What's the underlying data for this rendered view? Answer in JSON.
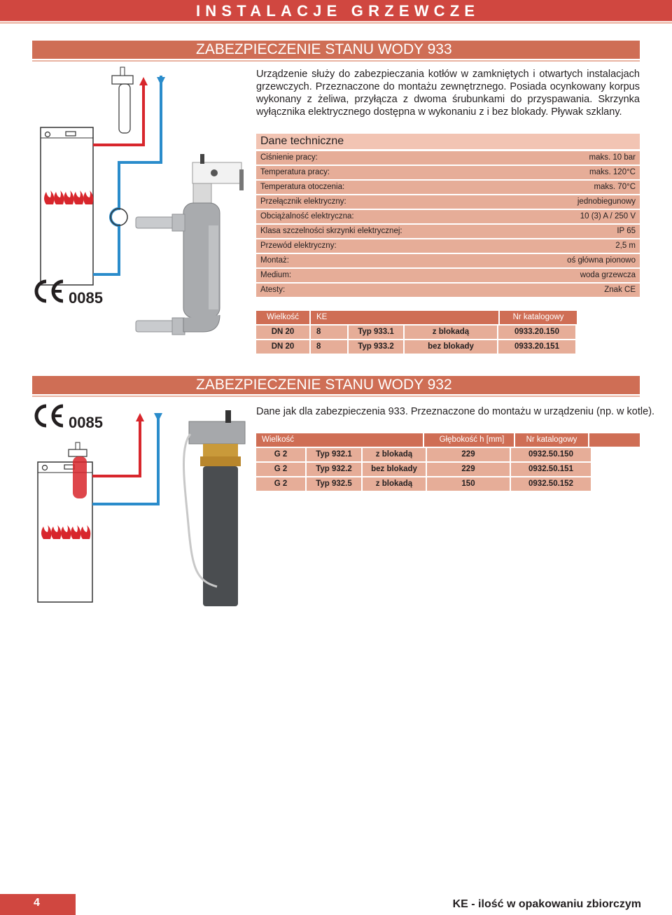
{
  "header": {
    "title": "INSTALACJE GRZEWCZE"
  },
  "section1": {
    "title": "ZABEZPIECZENIE STANU WODY 933",
    "description": "Urządzenie służy do zabezpieczania kotłów w zamkniętych i otwartych instalacjach grzewczych. Przeznaczone do montażu zewnętrznego. Posiada ocynkowany korpus wykonany z żeliwa, przyłącza z dwoma śrubunkami do przyspawania. Skrzynka wyłącznika elektrycznego dostępna w wykonaniu z i bez blokady. Pływak szklany.",
    "ce_number": "0085",
    "spec": {
      "title": "Dane techniczne",
      "rows": [
        {
          "label": "Ciśnienie pracy:",
          "value": "maks. 10 bar"
        },
        {
          "label": "Temperatura pracy:",
          "value": "maks. 120°C"
        },
        {
          "label": "Temperatura otoczenia:",
          "value": "maks. 70°C"
        },
        {
          "label": "Przełącznik elektryczny:",
          "value": "jednobiegunowy"
        },
        {
          "label": "Obciążalność elektryczna:",
          "value": "10 (3) A / 250 V"
        },
        {
          "label": "Klasa szczelności skrzynki elektrycznej:",
          "value": "IP 65"
        },
        {
          "label": "Przewód elektryczny:",
          "value": "2,5 m"
        },
        {
          "label": "Montaż:",
          "value": "oś główna pionowo"
        },
        {
          "label": "Medium:",
          "value": "woda grzewcza"
        },
        {
          "label": "Atesty:",
          "value": "Znak CE"
        }
      ]
    },
    "table": {
      "headers": {
        "size": "Wielkość",
        "ke": "KE",
        "catalog": "Nr katalogowy"
      },
      "rows": [
        {
          "size": "DN 20",
          "ke": "8",
          "type": "Typ 933.1",
          "variant": "z blokadą",
          "catalog": "0933.20.150"
        },
        {
          "size": "DN 20",
          "ke": "8",
          "type": "Typ 933.2",
          "variant": "bez blokady",
          "catalog": "0933.20.151"
        }
      ]
    }
  },
  "section2": {
    "title": "ZABEZPIECZENIE STANU WODY 932",
    "description": "Dane jak dla zabezpieczenia 933. Przeznaczone do montażu w urządzeniu (np. w kotle).",
    "ce_number": "0085",
    "table": {
      "headers": {
        "size": "Wielkość",
        "depth": "Głębokość h [mm]",
        "catalog": "Nr katalogowy"
      },
      "rows": [
        {
          "size": "G 2",
          "type": "Typ 932.1",
          "variant": "z blokadą",
          "depth": "229",
          "catalog": "0932.50.150"
        },
        {
          "size": "G 2",
          "type": "Typ 932.2",
          "variant": "bez blokady",
          "depth": "229",
          "catalog": "0932.50.151"
        },
        {
          "size": "G 2",
          "type": "Typ 932.5",
          "variant": "z blokadą",
          "depth": "150",
          "catalog": "0932.50.152"
        }
      ]
    }
  },
  "footer": {
    "page": "4",
    "note": "KE - ilość w opakowaniu zbiorczym"
  },
  "colors": {
    "header_red": "#d04740",
    "section_bar": "#cf6e55",
    "row_fill": "#e6ad98",
    "spec_header": "#f2c4b3",
    "pipe_red": "#d8262c",
    "pipe_blue": "#2a8ccb"
  }
}
